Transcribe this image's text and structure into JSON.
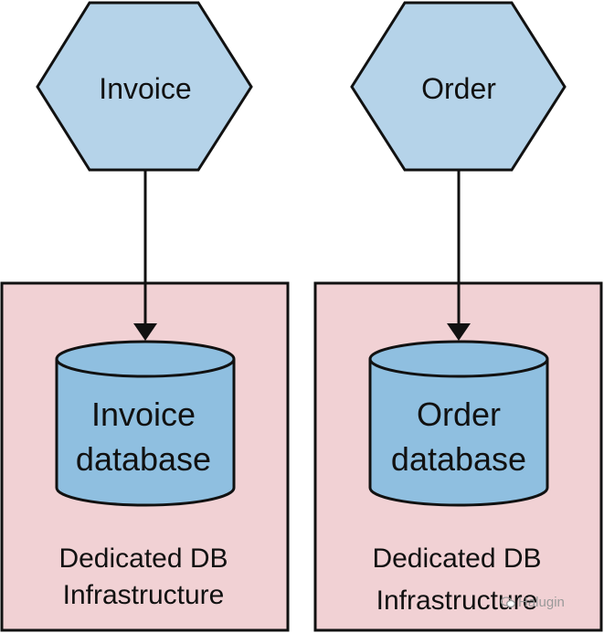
{
  "services": [
    {
      "name": "Invoice",
      "database": [
        "Invoice",
        "database"
      ],
      "infrastructure": [
        "Dedicated DB",
        "Infrastructure"
      ]
    },
    {
      "name": "Order",
      "database": [
        "Order",
        "database"
      ],
      "infrastructure": [
        "Dedicated DB",
        "Infrastructure"
      ]
    }
  ],
  "watermark": "Halugin",
  "colors": {
    "service_fill": "#b5d3e9",
    "database_fill": "#8fbfe0",
    "infra_fill": "#f1d1d4",
    "stroke": "#111111"
  }
}
